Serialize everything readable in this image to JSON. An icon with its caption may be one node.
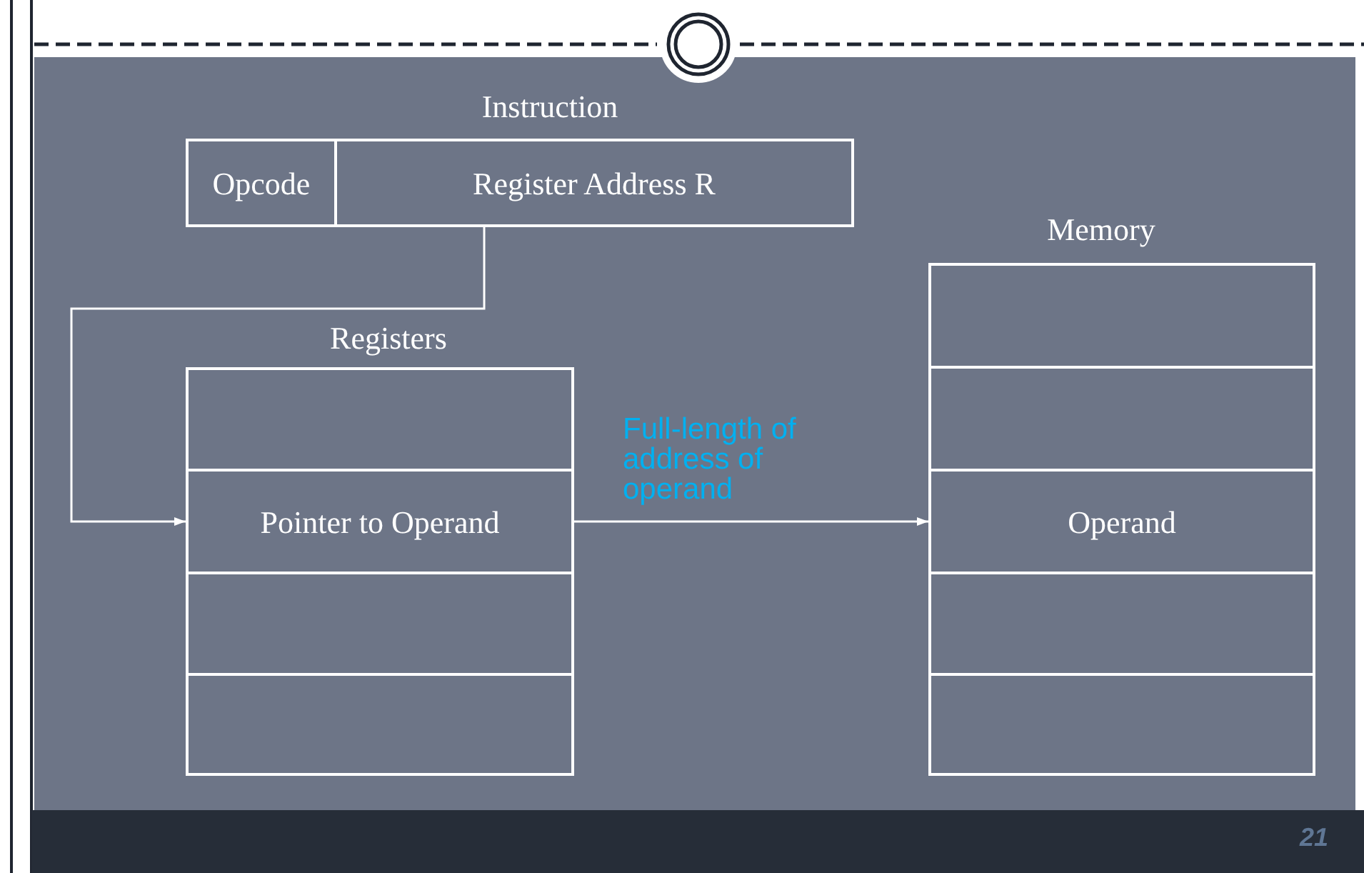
{
  "diagram": {
    "nodes": [
      {
        "text": [
          "Instruction"
        ]
      },
      {
        "text": [
          "Opcode"
        ],
        "in": 0
      },
      {
        "text": [
          "Register Address R"
        ],
        "in": 0
      },
      {
        "text": [
          "Registers"
        ]
      },
      {
        "text": [],
        "shape": "box",
        "in": 3
      },
      {
        "text": [
          "Pointer to Operand"
        ],
        "in": 3
      },
      {
        "text": [],
        "shape": "box",
        "in": 3
      },
      {
        "text": [],
        "shape": "box",
        "in": 3
      },
      {
        "text": [
          "Memory"
        ]
      },
      {
        "text": [],
        "shape": "box",
        "in": 8
      },
      {
        "text": [],
        "shape": "box",
        "in": 8
      },
      {
        "text": [
          "Operand"
        ],
        "in": 8
      },
      {
        "text": [],
        "shape": "box",
        "in": 8
      },
      {
        "text": [],
        "shape": "box",
        "in": 8
      }
    ],
    "edges": [
      {
        "from": 2,
        "to": 5,
        "arrow": "to"
      },
      {
        "from": 5,
        "to": 11,
        "arrow": "to",
        "label": "Full-length of address of operand"
      }
    ],
    "labels": [
      "21"
    ]
  }
}
